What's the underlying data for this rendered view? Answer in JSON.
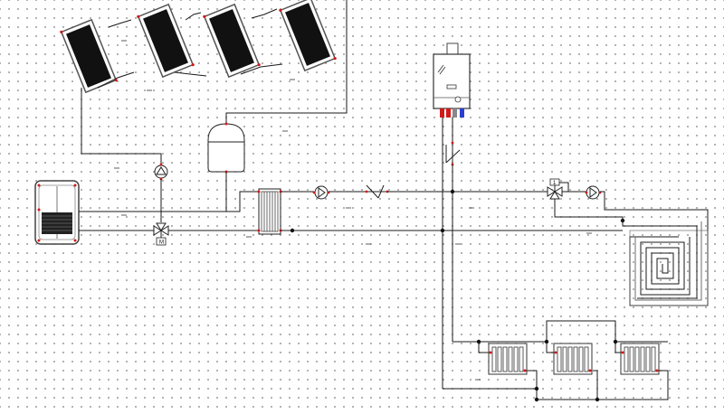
{
  "diagram": {
    "kind": "hydronic heating schematic",
    "components": {
      "solar_collectors": 4,
      "storage_tank": 1,
      "expansion_vessel": 1,
      "plate_heat_exchanger": 1,
      "circulation_pumps": 3,
      "three_way_valves": 2,
      "check_valve": 2,
      "wall_boiler": 1,
      "underfloor_heating_loop": 1,
      "radiators": 3
    },
    "colors": {
      "pipe": "#1a1a1a",
      "connection_port": "#d11a1a",
      "boiler_port_blue": "#2a3fd1",
      "collector_glass": "#111111",
      "grid_dot": "#9a9a9a"
    }
  }
}
